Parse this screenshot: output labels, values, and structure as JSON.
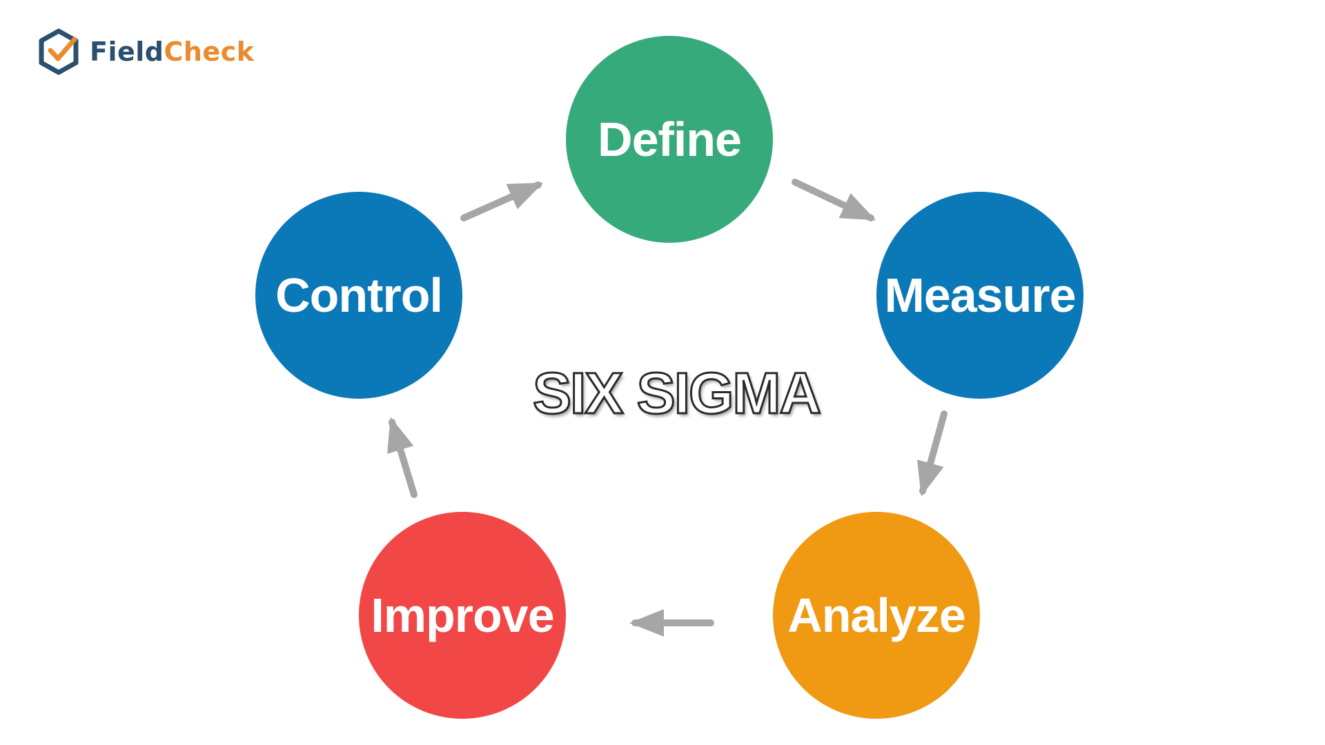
{
  "logo": {
    "name_part1": "Field",
    "name_part2": "Check",
    "icon": "hexagon-check-icon",
    "colors": {
      "primary": "#2b4f6e",
      "accent": "#ea8b2e"
    }
  },
  "diagram": {
    "title": "SIX SIGMA",
    "stages": [
      {
        "label": "Define",
        "color": "#37aa7c"
      },
      {
        "label": "Measure",
        "color": "#0b78b8"
      },
      {
        "label": "Analyze",
        "color": "#f09a14"
      },
      {
        "label": "Improve",
        "color": "#f24747"
      },
      {
        "label": "Control",
        "color": "#0b78b8"
      }
    ],
    "arrow_color": "#a6a6a6"
  }
}
